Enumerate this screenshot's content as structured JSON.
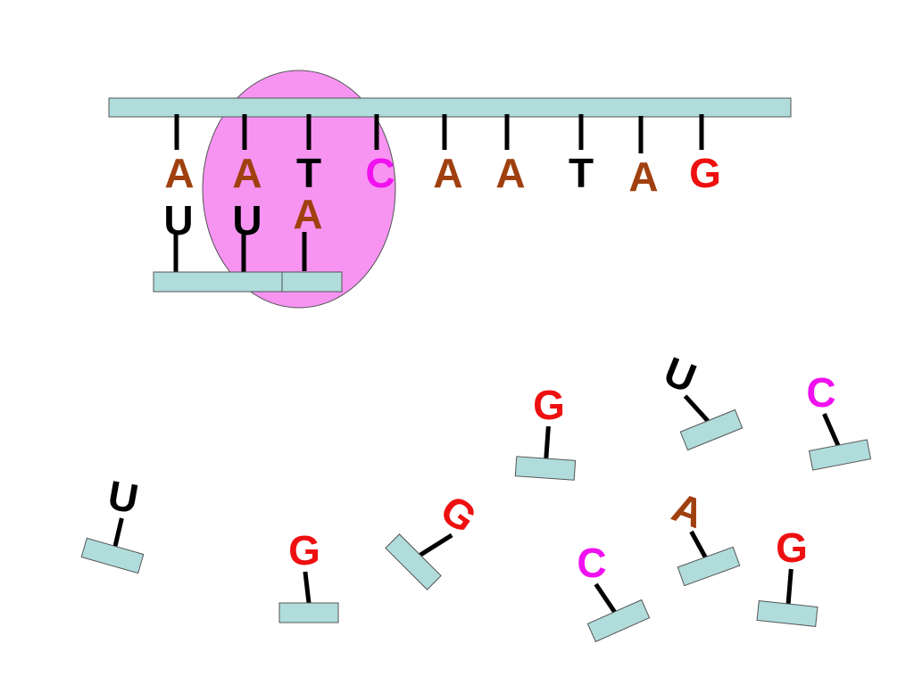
{
  "colors": {
    "background": "#ffffff",
    "strand_fill": "#b0dcdc",
    "strand_stroke": "#555555",
    "ribosome_fill": "#f794f2",
    "ribosome_stroke": "#555555",
    "stick": "#000000",
    "A": "#a0400f",
    "T": "#000000",
    "C": "#f010f0",
    "G": "#ee1010",
    "U": "#000000"
  },
  "dna_strand": {
    "bases": [
      "A",
      "A",
      "T",
      "C",
      "A",
      "A",
      "T",
      "A",
      "G"
    ]
  },
  "mrna_strand": {
    "bases": [
      "U",
      "U",
      "A"
    ]
  },
  "free_nucleotides": {
    "bases": [
      "G",
      "U",
      "C",
      "U",
      "G",
      "G",
      "C",
      "A",
      "G"
    ]
  }
}
